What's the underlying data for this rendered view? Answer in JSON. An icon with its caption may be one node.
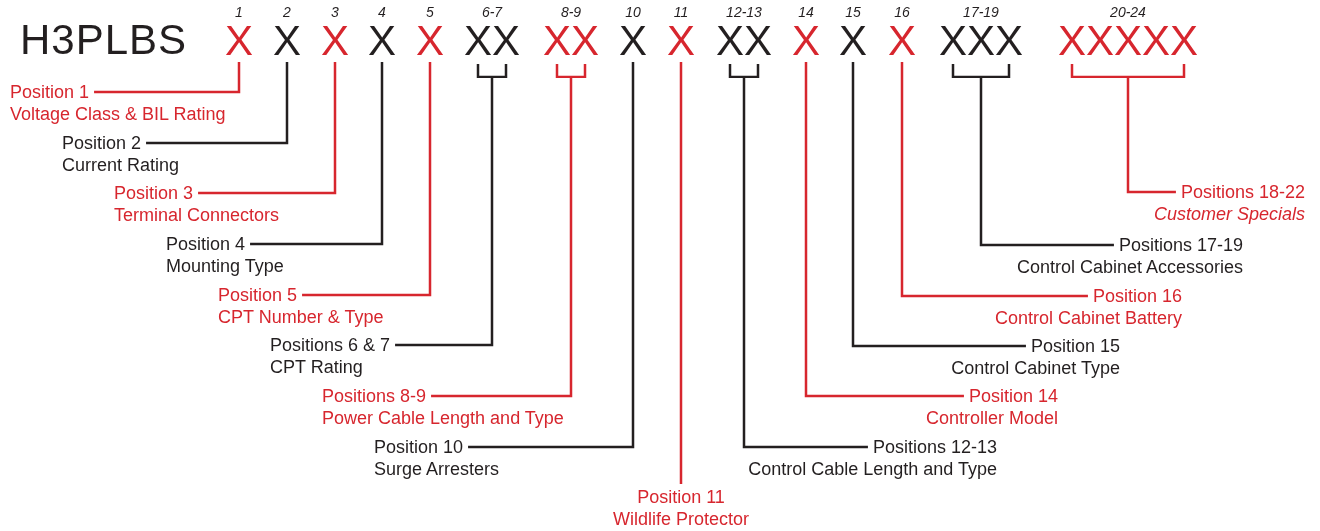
{
  "diagram": {
    "nodes": [
      {
        "text": [
          "X"
        ],
        "beside": [
          "1"
        ]
      },
      {
        "text": [
          "X"
        ],
        "beside": [
          "2"
        ]
      },
      {
        "text": [
          "X"
        ],
        "beside": [
          "3"
        ]
      },
      {
        "text": [
          "X"
        ],
        "beside": [
          "4"
        ]
      },
      {
        "text": [
          "X"
        ],
        "beside": [
          "5"
        ]
      },
      {
        "text": [
          "XX"
        ],
        "beside": [
          "6-7"
        ]
      },
      {
        "text": [
          "XX"
        ],
        "beside": [
          "8-9"
        ]
      },
      {
        "text": [
          "X"
        ],
        "beside": [
          "10"
        ]
      },
      {
        "text": [
          "X"
        ],
        "beside": [
          "11"
        ]
      },
      {
        "text": [
          "XX"
        ],
        "beside": [
          "12-13"
        ]
      },
      {
        "text": [
          "X"
        ],
        "beside": [
          "14"
        ]
      },
      {
        "text": [
          "X"
        ],
        "beside": [
          "15"
        ]
      },
      {
        "text": [
          "X"
        ],
        "beside": [
          "16"
        ]
      },
      {
        "text": [
          "XXX"
        ],
        "beside": [
          "17-19"
        ]
      },
      {
        "text": [
          "XXXXX"
        ],
        "beside": [
          "20-24"
        ]
      },
      {
        "text": [
          "Position 1",
          "Voltage Class & BIL Rating"
        ]
      },
      {
        "text": [
          "Position 2",
          "Current Rating"
        ]
      },
      {
        "text": [
          "Position 3",
          "Terminal Connectors"
        ]
      },
      {
        "text": [
          "Position 4",
          "Mounting Type"
        ]
      },
      {
        "text": [
          "Position 5",
          "CPT Number & Type"
        ]
      },
      {
        "text": [
          "Positions 6 & 7",
          "CPT Rating"
        ]
      },
      {
        "text": [
          "Positions 8-9",
          "Power Cable Length and Type"
        ]
      },
      {
        "text": [
          "Position 10",
          "Surge Arresters"
        ]
      },
      {
        "text": [
          "Position 11",
          "Wildlife Protector"
        ]
      },
      {
        "text": [
          "Positions 12-13",
          "Control Cable Length and Type"
        ]
      },
      {
        "text": [
          "Position 14",
          "Controller Model"
        ]
      },
      {
        "text": [
          "Position 15",
          "Control Cabinet Type"
        ]
      },
      {
        "text": [
          "Position 16",
          "Control Cabinet Battery"
        ]
      },
      {
        "text": [
          "Positions 17-19",
          "Control Cabinet Accessories"
        ]
      },
      {
        "text": [
          "Positions 18-22",
          "Customer Specials"
        ]
      }
    ],
    "edges": [
      {
        "from": 15,
        "to": 0,
        "arrow": "none",
        "color": "#d7262e"
      },
      {
        "from": 16,
        "to": 1,
        "arrow": "none",
        "color": "#231f20"
      },
      {
        "from": 17,
        "to": 2,
        "arrow": "none",
        "color": "#d7262e"
      },
      {
        "from": 18,
        "to": 3,
        "arrow": "none",
        "color": "#231f20"
      },
      {
        "from": 19,
        "to": 4,
        "arrow": "none",
        "color": "#d7262e"
      },
      {
        "from": 20,
        "to": 5,
        "arrow": "none",
        "color": "#231f20"
      },
      {
        "from": 21,
        "to": 6,
        "arrow": "none",
        "color": "#d7262e"
      },
      {
        "from": 22,
        "to": 7,
        "arrow": "none",
        "color": "#231f20"
      },
      {
        "from": 23,
        "to": 8,
        "arrow": "none",
        "color": "#d7262e"
      },
      {
        "from": 24,
        "to": 9,
        "arrow": "none",
        "color": "#231f20"
      },
      {
        "from": 25,
        "to": 10,
        "arrow": "none",
        "color": "#d7262e"
      },
      {
        "from": 26,
        "to": 11,
        "arrow": "none",
        "color": "#231f20"
      },
      {
        "from": 27,
        "to": 12,
        "arrow": "none",
        "color": "#d7262e"
      },
      {
        "from": 28,
        "to": 13,
        "arrow": "none",
        "color": "#231f20"
      },
      {
        "from": 29,
        "to": 14,
        "arrow": "none",
        "color": "#d7262e"
      }
    ],
    "labels": [
      "H3PLBS"
    ]
  }
}
